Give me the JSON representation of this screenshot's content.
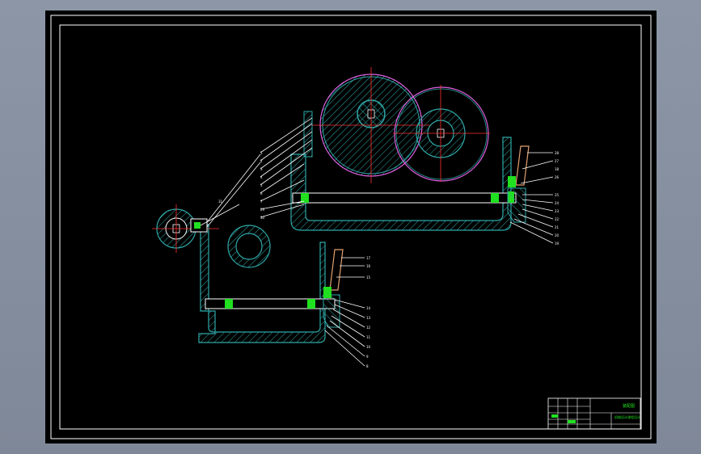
{
  "app": {
    "view": "CAD model space",
    "background_color": "#000000",
    "outer_background_color": "#848e9e"
  },
  "colors": {
    "frame": "#ffffff",
    "hatch": "#2fa8a8",
    "gear_outline": "#e060e0",
    "centerline": "#ff3030",
    "leader": "#ffffff",
    "highlight": "#20e020",
    "handle": "#e0a070"
  },
  "upper_assembly": {
    "label_count": 11,
    "labels": [
      "28",
      "27",
      "26",
      "25",
      "24",
      "23",
      "22",
      "21",
      "20",
      "19",
      "18"
    ]
  },
  "lower_assembly": {
    "label_count": 10,
    "labels": [
      "17",
      "16",
      "15",
      "14",
      "13",
      "12",
      "11",
      "10",
      "9",
      "8"
    ]
  },
  "left_assembly": {
    "label_count": 10,
    "labels": [
      "1",
      "2",
      "3",
      "4",
      "5",
      "6",
      "7",
      "29",
      "30",
      "31"
    ]
  },
  "title_block": {
    "drawing_name": "装配图",
    "project_name": "机械设计课程设计"
  }
}
